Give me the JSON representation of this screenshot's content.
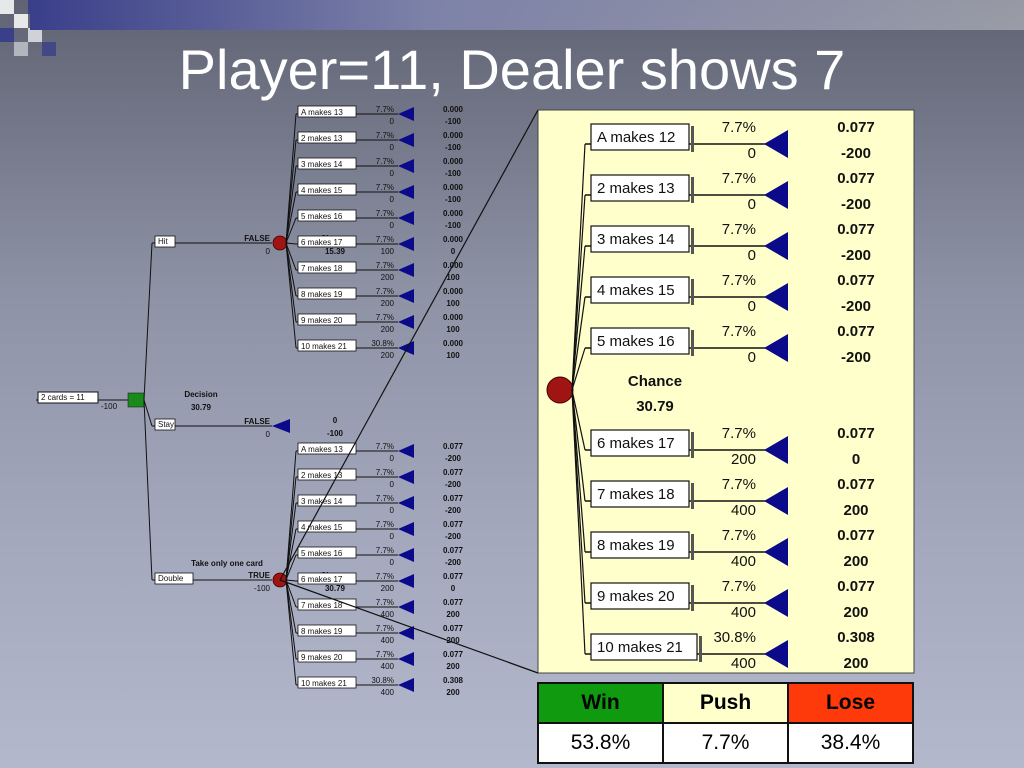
{
  "title": "Player=11, Dealer shows 7",
  "colors": {
    "chance_node": "#a01414",
    "decision_node": "#1a8a1a",
    "terminal": "#0a0a8a",
    "panel_bg": "#ffffcc",
    "win": "#0f9a0f",
    "push": "#ffffcc",
    "lose": "#ff3a0a"
  },
  "tree": {
    "root": {
      "label": "2 cards = 11",
      "value": "-100"
    },
    "decision": {
      "label": "Decision",
      "value": "30.79"
    },
    "hit": {
      "label": "Hit",
      "flag": "FALSE",
      "payoff": "0",
      "chance_label": "Chance",
      "chance_value": "15.39",
      "outcomes": [
        {
          "label": "A makes 13",
          "prob": "7.7%",
          "payoff": "0",
          "p": "0.000",
          "v": "-100"
        },
        {
          "label": "2 makes 13",
          "prob": "7.7%",
          "payoff": "0",
          "p": "0.000",
          "v": "-100"
        },
        {
          "label": "3 makes 14",
          "prob": "7.7%",
          "payoff": "0",
          "p": "0.000",
          "v": "-100"
        },
        {
          "label": "4 makes 15",
          "prob": "7.7%",
          "payoff": "0",
          "p": "0.000",
          "v": "-100"
        },
        {
          "label": "5 makes 16",
          "prob": "7.7%",
          "payoff": "0",
          "p": "0.000",
          "v": "-100"
        },
        {
          "label": "6 makes 17",
          "prob": "7.7%",
          "payoff": "100",
          "p": "0.000",
          "v": "0"
        },
        {
          "label": "7 makes 18",
          "prob": "7.7%",
          "payoff": "200",
          "p": "0.000",
          "v": "100"
        },
        {
          "label": "8 makes 19",
          "prob": "7.7%",
          "payoff": "200",
          "p": "0.000",
          "v": "100"
        },
        {
          "label": "9 makes 20",
          "prob": "7.7%",
          "payoff": "200",
          "p": "0.000",
          "v": "100"
        },
        {
          "label": "10 makes 21",
          "prob": "30.8%",
          "payoff": "200",
          "p": "0.000",
          "v": "100"
        }
      ]
    },
    "stay": {
      "label": "Stay",
      "flag": "FALSE",
      "payoff": "0",
      "p": "0",
      "v": "-100"
    },
    "double": {
      "label": "Double",
      "note": "Take only one card",
      "flag": "TRUE",
      "payoff": "-100",
      "chance_label": "Chance",
      "chance_value": "30.79",
      "outcomes": [
        {
          "label": "A makes 13",
          "prob": "7.7%",
          "payoff": "0",
          "p": "0.077",
          "v": "-200"
        },
        {
          "label": "2 makes 13",
          "prob": "7.7%",
          "payoff": "0",
          "p": "0.077",
          "v": "-200"
        },
        {
          "label": "3 makes 14",
          "prob": "7.7%",
          "payoff": "0",
          "p": "0.077",
          "v": "-200"
        },
        {
          "label": "4 makes 15",
          "prob": "7.7%",
          "payoff": "0",
          "p": "0.077",
          "v": "-200"
        },
        {
          "label": "5 makes 16",
          "prob": "7.7%",
          "payoff": "0",
          "p": "0.077",
          "v": "-200"
        },
        {
          "label": "6 makes 17",
          "prob": "7.7%",
          "payoff": "200",
          "p": "0.077",
          "v": "0"
        },
        {
          "label": "7 makes 18",
          "prob": "7.7%",
          "payoff": "400",
          "p": "0.077",
          "v": "200"
        },
        {
          "label": "8 makes 19",
          "prob": "7.7%",
          "payoff": "400",
          "p": "0.077",
          "v": "200"
        },
        {
          "label": "9 makes 20",
          "prob": "7.7%",
          "payoff": "400",
          "p": "0.077",
          "v": "200"
        },
        {
          "label": "10 makes 21",
          "prob": "30.8%",
          "payoff": "400",
          "p": "0.308",
          "v": "200"
        }
      ]
    }
  },
  "zoom": {
    "chance_label": "Chance",
    "chance_value": "30.79",
    "outcomes": [
      {
        "label": "A makes 12",
        "prob": "7.7%",
        "payoff": "0",
        "p": "0.077",
        "v": "-200"
      },
      {
        "label": "2 makes 13",
        "prob": "7.7%",
        "payoff": "0",
        "p": "0.077",
        "v": "-200"
      },
      {
        "label": "3 makes 14",
        "prob": "7.7%",
        "payoff": "0",
        "p": "0.077",
        "v": "-200"
      },
      {
        "label": "4 makes 15",
        "prob": "7.7%",
        "payoff": "0",
        "p": "0.077",
        "v": "-200"
      },
      {
        "label": "5 makes 16",
        "prob": "7.7%",
        "payoff": "0",
        "p": "0.077",
        "v": "-200"
      },
      {
        "label": "6 makes 17",
        "prob": "7.7%",
        "payoff": "200",
        "p": "0.077",
        "v": "0"
      },
      {
        "label": "7 makes 18",
        "prob": "7.7%",
        "payoff": "400",
        "p": "0.077",
        "v": "200"
      },
      {
        "label": "8 makes 19",
        "prob": "7.7%",
        "payoff": "400",
        "p": "0.077",
        "v": "200"
      },
      {
        "label": "9 makes 20",
        "prob": "7.7%",
        "payoff": "400",
        "p": "0.077",
        "v": "200"
      },
      {
        "label": "10 makes 21",
        "prob": "30.8%",
        "payoff": "400",
        "p": "0.308",
        "v": "200"
      }
    ]
  },
  "summary": {
    "headers": [
      "Win",
      "Push",
      "Lose"
    ],
    "values": [
      "53.8%",
      "7.7%",
      "38.4%"
    ]
  }
}
